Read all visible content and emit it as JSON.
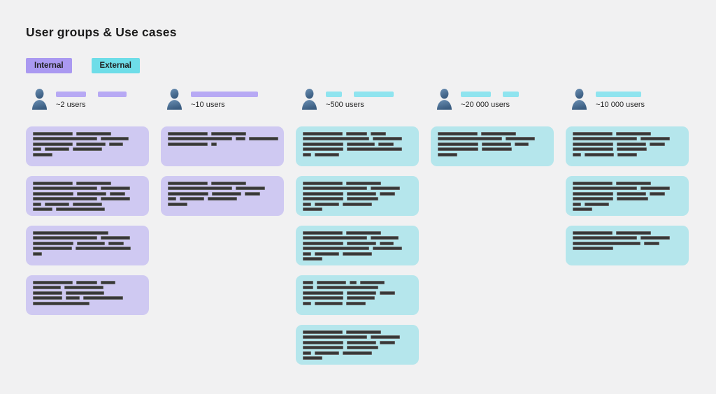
{
  "title": "User groups & Use cases",
  "legend": [
    {
      "id": "internal",
      "label": "Internal",
      "color": "#aa99f1"
    },
    {
      "id": "external",
      "label": "External",
      "color": "#6edde8"
    }
  ],
  "colors": {
    "background": "#f1f1f2",
    "internal_chip": "#aa99f1",
    "external_chip": "#6edde8",
    "internal_card": "#cfc9f2",
    "external_card": "#b5e6ec",
    "internal_bar": "#b7a9f4",
    "external_bar": "#8fe4ef",
    "redaction_bar": "#383838",
    "icon_gradient_top": "#6b90b4",
    "icon_gradient_bottom": "#3a5c80"
  },
  "columns": [
    {
      "type": "internal",
      "users_label": "~2 users",
      "header_bars": [
        43,
        41
      ],
      "cards": [
        {
          "lines": [
            [
              57,
              50
            ],
            [
              92,
              40
            ],
            [
              57,
              42,
              20
            ],
            [
              12,
              35,
              42
            ],
            [
              28
            ]
          ]
        },
        {
          "lines": [
            [
              57,
              50
            ],
            [
              92,
              42
            ],
            [
              58,
              42,
              22
            ],
            [
              92,
              42
            ],
            [
              12,
              35,
              42
            ],
            [
              28,
              70
            ]
          ]
        },
        {
          "lines": [
            [
              108
            ],
            [
              92,
              42
            ],
            [
              58,
              40,
              22
            ],
            [
              56,
              79
            ],
            [
              13
            ]
          ]
        },
        {
          "lines": [
            [
              57,
              30,
              21
            ],
            [
              40,
              56
            ],
            [
              42,
              55
            ],
            [
              42,
              20,
              57
            ],
            [
              81
            ]
          ]
        }
      ]
    },
    {
      "type": "internal",
      "users_label": "~10 users",
      "header_bars": [
        96
      ],
      "cards": [
        {
          "lines": [
            [
              57,
              50
            ],
            [
              92,
              14,
              42
            ],
            [
              57,
              8
            ]
          ]
        },
        {
          "lines": [
            [
              57,
              50
            ],
            [
              92,
              42
            ],
            [
              58,
              42,
              22
            ],
            [
              12,
              35,
              42
            ],
            [
              28
            ]
          ]
        }
      ]
    },
    {
      "type": "external",
      "users_label": "~500 users",
      "header_bars": [
        23,
        57
      ],
      "cards": [
        {
          "lines": [
            [
              57,
              30,
              22
            ],
            [
              95,
              42
            ],
            [
              58,
              40,
              22
            ],
            [
              58,
              79
            ],
            [
              12,
              35
            ]
          ]
        },
        {
          "lines": [
            [
              57,
              50
            ],
            [
              92,
              42
            ],
            [
              58,
              42,
              22
            ],
            [
              58,
              45
            ],
            [
              12,
              35,
              42
            ],
            [
              28
            ]
          ]
        },
        {
          "lines": [
            [
              57,
              50
            ],
            [
              92,
              40
            ],
            [
              58,
              42,
              20
            ],
            [
              95,
              42
            ],
            [
              12,
              35,
              42
            ],
            [
              28
            ]
          ]
        },
        {
          "lines": [
            [
              15,
              42,
              10,
              35
            ],
            [
              15,
              88
            ],
            [
              58,
              42,
              22
            ],
            [
              58,
              40
            ],
            [
              12,
              40,
              28
            ]
          ]
        },
        {
          "lines": [
            [
              57,
              50
            ],
            [
              92,
              42
            ],
            [
              58,
              42,
              22
            ],
            [
              58,
              45
            ],
            [
              12,
              35,
              42
            ],
            [
              28
            ]
          ]
        }
      ]
    },
    {
      "type": "external",
      "users_label": "~20 000 users",
      "header_bars": [
        43,
        23
      ],
      "cards": [
        {
          "lines": [
            [
              57,
              50
            ],
            [
              92,
              42
            ],
            [
              58,
              42,
              20
            ],
            [
              58,
              43
            ],
            [
              28
            ]
          ]
        }
      ]
    },
    {
      "type": "external",
      "users_label": "~10 000 users",
      "header_bars": [
        65
      ],
      "cards": [
        {
          "lines": [
            [
              57,
              50
            ],
            [
              92,
              42
            ],
            [
              58,
              42,
              22
            ],
            [
              58,
              43
            ],
            [
              12,
              42,
              28
            ]
          ]
        },
        {
          "lines": [
            [
              57,
              50
            ],
            [
              92,
              42
            ],
            [
              58,
              42,
              22
            ],
            [
              58,
              45
            ],
            [
              12,
              35
            ],
            [
              28
            ]
          ]
        },
        {
          "lines": [
            [
              57,
              50
            ],
            [
              92,
              42
            ],
            [
              97,
              22
            ],
            [
              58
            ]
          ]
        }
      ]
    }
  ]
}
